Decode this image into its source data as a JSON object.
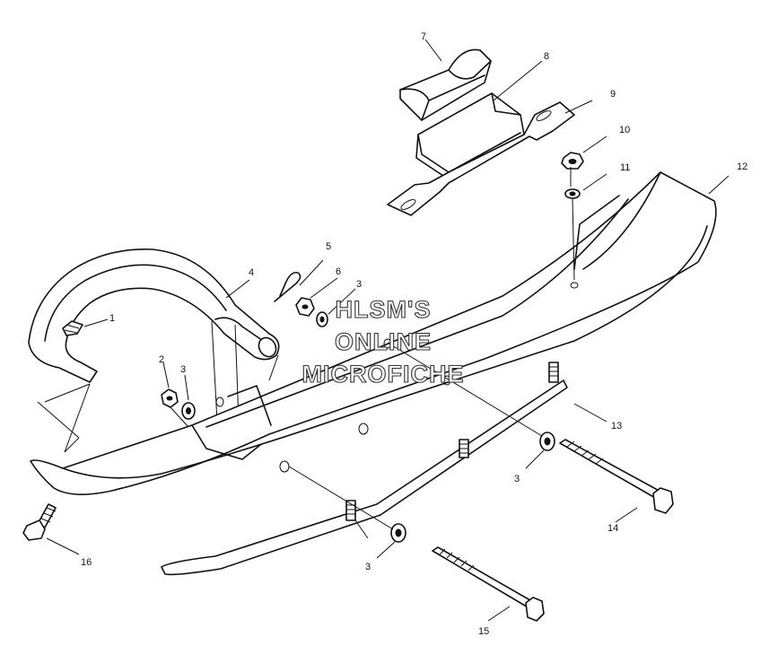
{
  "watermark": {
    "lines": [
      "HLSM'S",
      "ONLINE",
      "MICROFICHE"
    ]
  },
  "callouts": [
    {
      "id": "c1",
      "text": "1"
    },
    {
      "id": "c2",
      "text": "2"
    },
    {
      "id": "c3a",
      "text": "3"
    },
    {
      "id": "c3b",
      "text": "3"
    },
    {
      "id": "c3c",
      "text": "3"
    },
    {
      "id": "c3d",
      "text": "3"
    },
    {
      "id": "c4",
      "text": "4"
    },
    {
      "id": "c5",
      "text": "5"
    },
    {
      "id": "c6",
      "text": "6"
    },
    {
      "id": "c7",
      "text": "7"
    },
    {
      "id": "c8",
      "text": "8"
    },
    {
      "id": "c9",
      "text": "9"
    },
    {
      "id": "c10",
      "text": "10"
    },
    {
      "id": "c11",
      "text": "11"
    },
    {
      "id": "c12",
      "text": "12"
    },
    {
      "id": "c13",
      "text": "13"
    },
    {
      "id": "c14",
      "text": "14"
    },
    {
      "id": "c15",
      "text": "15"
    },
    {
      "id": "c16",
      "text": "16"
    }
  ]
}
